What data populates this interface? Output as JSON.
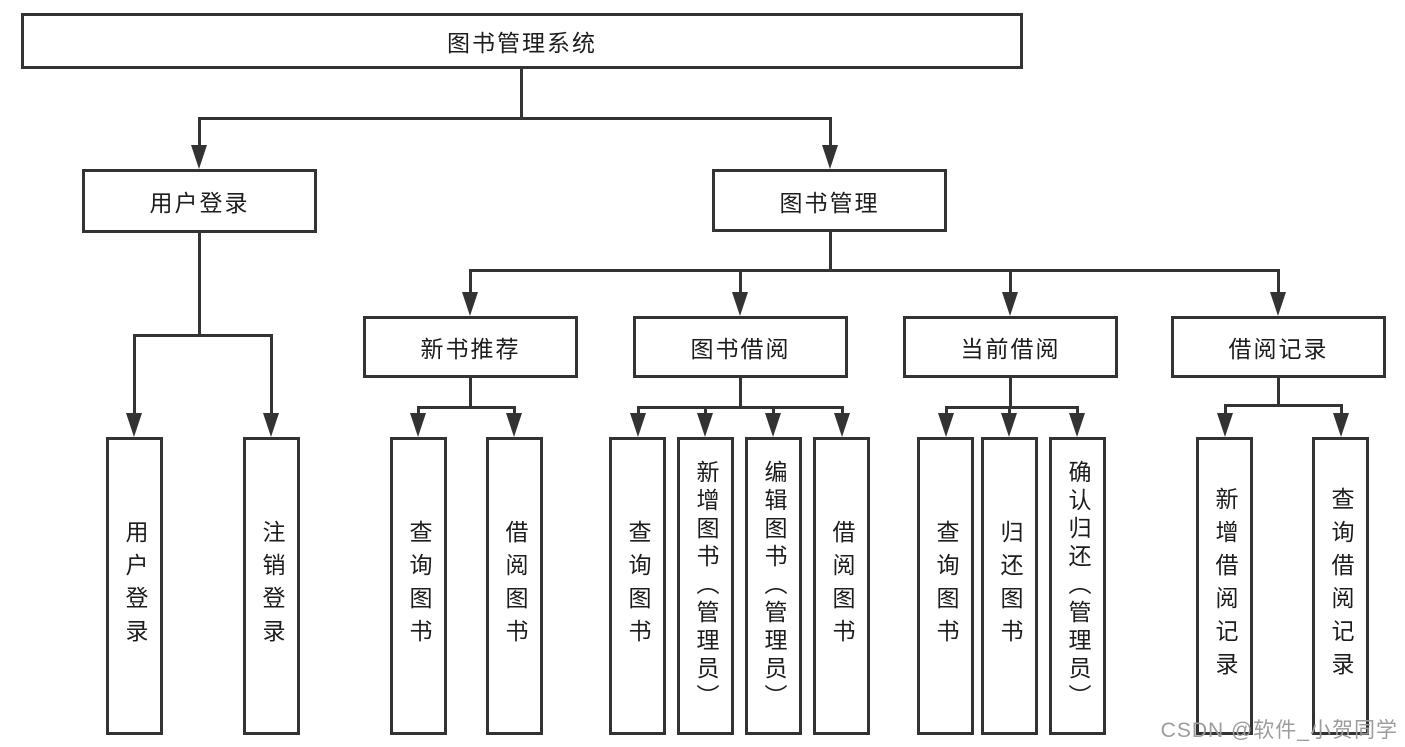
{
  "title": "图书管理系统",
  "colors": {
    "border": "#333333",
    "text": "#1c1c1c",
    "background": "#ffffff",
    "watermark": "#9c9c9c"
  },
  "tree": {
    "root": "图书管理系统",
    "branches": [
      {
        "label": "用户登录",
        "children": [
          "用户登录",
          "注销登录"
        ]
      },
      {
        "label": "图书管理",
        "sections": [
          {
            "label": "新书推荐",
            "children": [
              "查询图书",
              "借阅图书"
            ]
          },
          {
            "label": "图书借阅",
            "children": [
              "查询图书",
              "新增图书（管理员）",
              "编辑图书（管理员）",
              "借阅图书"
            ]
          },
          {
            "label": "当前借阅",
            "children": [
              "查询图书",
              "归还图书",
              "确认归还（管理员）"
            ]
          },
          {
            "label": "借阅记录",
            "children": [
              "新增借阅记录",
              "查询借阅记录"
            ]
          }
        ]
      }
    ]
  },
  "watermark": {
    "text": "CSDN @软件_小贺同学"
  }
}
